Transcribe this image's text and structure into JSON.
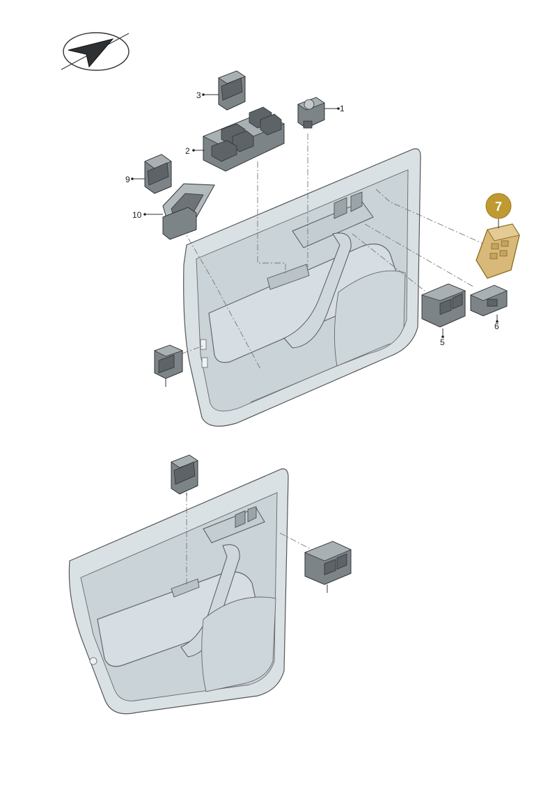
{
  "callouts": [
    {
      "id": "1",
      "text": "1"
    },
    {
      "id": "2",
      "text": "2"
    },
    {
      "id": "3",
      "text": "3"
    },
    {
      "id": "5",
      "text": "5"
    },
    {
      "id": "6",
      "text": "6"
    },
    {
      "id": "7",
      "text": "7"
    },
    {
      "id": "9",
      "text": "9"
    },
    {
      "id": "10",
      "text": "10"
    }
  ],
  "highlight": {
    "part": "7",
    "badge_color": "#bf9a32",
    "fill_color": "#d8b979"
  },
  "colors": {
    "panel": "#d9e1e5",
    "part": "#7d8488",
    "line": "#333333"
  },
  "icons": [
    "view-direction-icon"
  ]
}
